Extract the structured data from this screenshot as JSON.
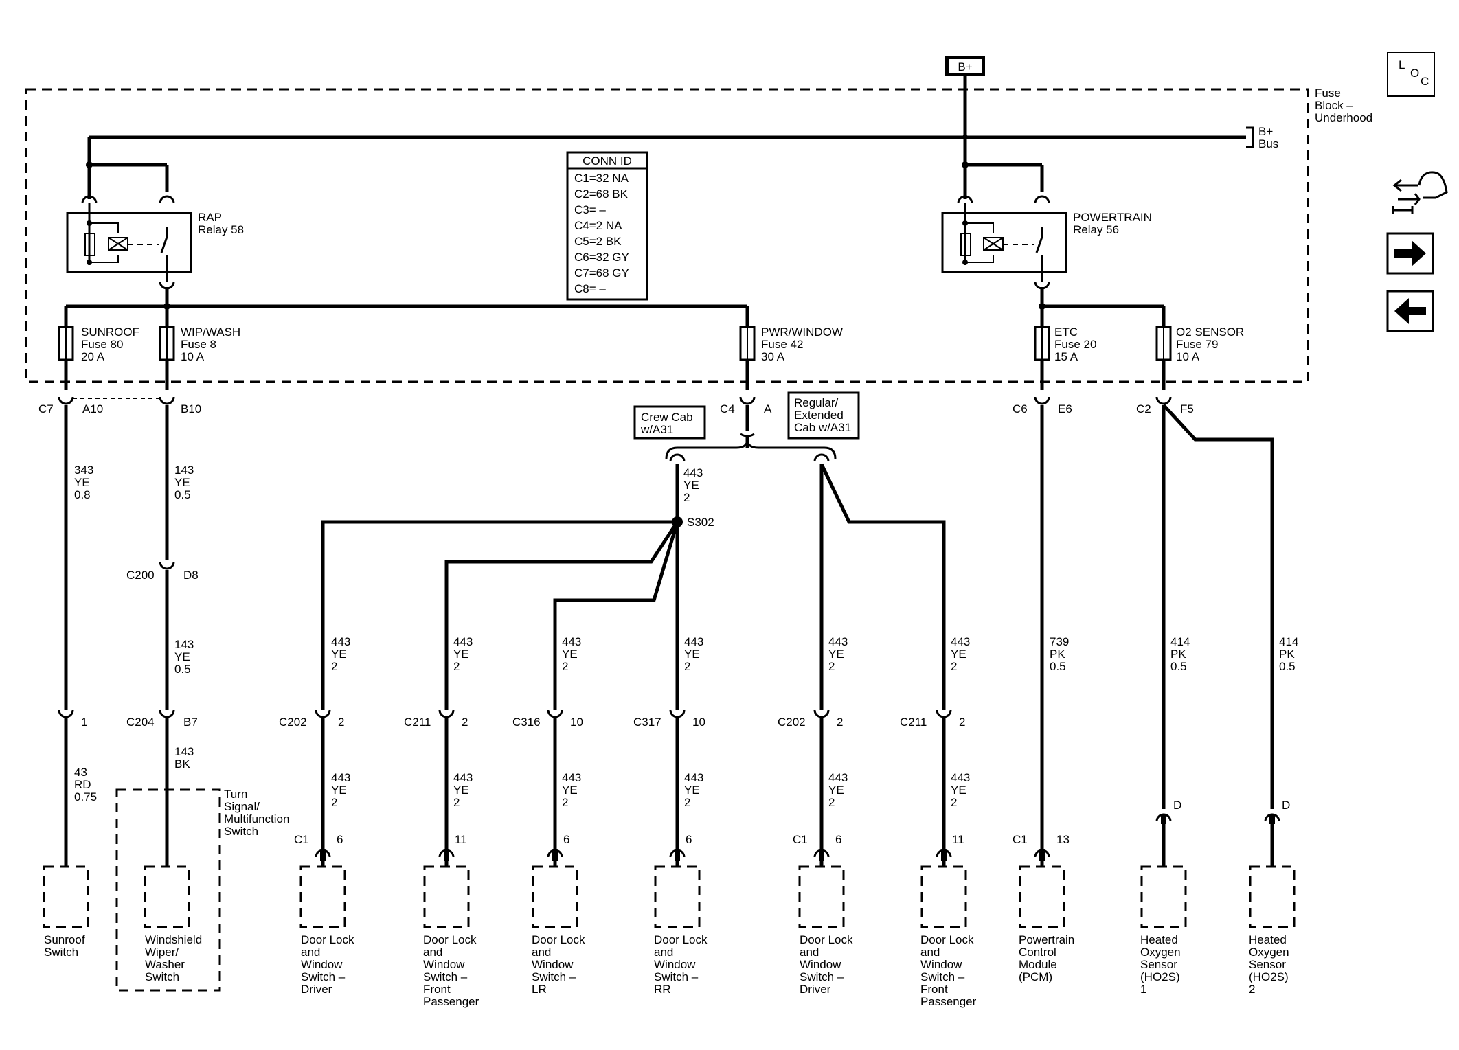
{
  "power_source": "B+",
  "loc_icon": {
    "letters": [
      "L",
      "O",
      "C"
    ]
  },
  "nav_icons": [
    "wrench-vehicle-icon",
    "arrow-right-icon",
    "arrow-left-icon"
  ],
  "fuse_block": {
    "line1": "Fuse",
    "line2": "Block –",
    "line3": "Underhood"
  },
  "bus": {
    "line1": "B+",
    "line2": "Bus"
  },
  "relays": [
    {
      "name": "RAP",
      "number": "Relay 58"
    },
    {
      "name": "POWERTRAIN",
      "number": "Relay 56"
    }
  ],
  "conn_id": {
    "title": "CONN ID",
    "rows": [
      "C1=32 NA",
      "C2=68 BK",
      "C3= –",
      "C4=2 NA",
      "C5=2 BK",
      "C6=32 GY",
      "C7=68 GY",
      "C8= –"
    ]
  },
  "fuses": [
    {
      "name": "SUNROOF",
      "fuse": "Fuse 80",
      "rating": "20 A"
    },
    {
      "name": "WIP/WASH",
      "fuse": "Fuse 8",
      "rating": "10 A"
    },
    {
      "name": "PWR/WINDOW",
      "fuse": "Fuse 42",
      "rating": "30 A"
    },
    {
      "name": "ETC",
      "fuse": "Fuse 20",
      "rating": "15 A"
    },
    {
      "name": "O2 SENSOR",
      "fuse": "Fuse 79",
      "rating": "10 A"
    }
  ],
  "connectors": {
    "c7": "C7",
    "a10": "A10",
    "b10": "B10",
    "c4": "C4",
    "a": "A",
    "c6": "C6",
    "e6": "E6",
    "c2": "C2",
    "f5": "F5",
    "c200": "C200",
    "d8": "D8",
    "pin1": "1",
    "c204": "C204",
    "b7": "B7",
    "c202a": "C202",
    "c202a_pin": "2",
    "c211a": "C211",
    "c211a_pin": "2",
    "c316": "C316",
    "c316_pin": "10",
    "c317": "C317",
    "c317_pin": "10",
    "c202b": "C202",
    "c202b_pin": "2",
    "c211b": "C211",
    "c211b_pin": "2",
    "c1a": "C1",
    "c1a_pin": "6",
    "pin11a": "11",
    "pin6b": "6",
    "pin6c": "6",
    "c1b": "C1",
    "c1b_pin": "6",
    "pin11b": "11",
    "c1c": "C1",
    "c1c_pin": "13",
    "d1": "D",
    "d2": "D"
  },
  "splice": "S302",
  "options": {
    "crew": {
      "line1": "Crew Cab",
      "line2": "w/A31"
    },
    "regular": {
      "line1": "Regular/",
      "line2": "Extended",
      "line3": "Cab w/A31"
    }
  },
  "wires": {
    "sunroof": {
      "circuit": "343",
      "color": "YE",
      "gauge": "0.8"
    },
    "sunroof_low": {
      "circuit": "43",
      "color": "RD",
      "gauge": "0.75"
    },
    "wiper_up": {
      "circuit": "143",
      "color": "YE",
      "gauge": "0.5"
    },
    "wiper_mid": {
      "circuit": "143",
      "color": "YE",
      "gauge": "0.5"
    },
    "wiper_low": {
      "circuit": "143",
      "color": "BK"
    },
    "pwr_trunk": {
      "circuit": "443",
      "color": "YE",
      "gauge": "2"
    },
    "door": {
      "circuit": "443",
      "color": "YE",
      "gauge": "2"
    },
    "etc": {
      "circuit": "739",
      "color": "PK",
      "gauge": "0.5"
    },
    "o2": {
      "circuit": "414",
      "color": "PK",
      "gauge": "0.5"
    }
  },
  "turn_signal_switch": {
    "line1": "Turn",
    "line2": "Signal/",
    "line3": "Multifunction",
    "line4": "Switch"
  },
  "components": [
    {
      "lines": [
        "Sunroof",
        "Switch"
      ]
    },
    {
      "lines": [
        "Windshield",
        "Wiper/",
        "Washer",
        "Switch"
      ]
    },
    {
      "lines": [
        "Door Lock",
        "and",
        "Window",
        "Switch –",
        "Driver"
      ]
    },
    {
      "lines": [
        "Door Lock",
        "and",
        "Window",
        "Switch –",
        "Front",
        "Passenger"
      ]
    },
    {
      "lines": [
        "Door Lock",
        "and",
        "Window",
        "Switch –",
        "LR"
      ]
    },
    {
      "lines": [
        "Door Lock",
        "and",
        "Window",
        "Switch –",
        "RR"
      ]
    },
    {
      "lines": [
        "Door Lock",
        "and",
        "Window",
        "Switch –",
        "Driver"
      ]
    },
    {
      "lines": [
        "Door Lock",
        "and",
        "Window",
        "Switch –",
        "Front",
        "Passenger"
      ]
    },
    {
      "lines": [
        "Powertrain",
        "Control",
        "Module",
        "(PCM)"
      ]
    },
    {
      "lines": [
        "Heated",
        "Oxygen",
        "Sensor",
        "(HO2S)",
        "1"
      ]
    },
    {
      "lines": [
        "Heated",
        "Oxygen",
        "Sensor",
        "(HO2S)",
        "2"
      ]
    }
  ]
}
